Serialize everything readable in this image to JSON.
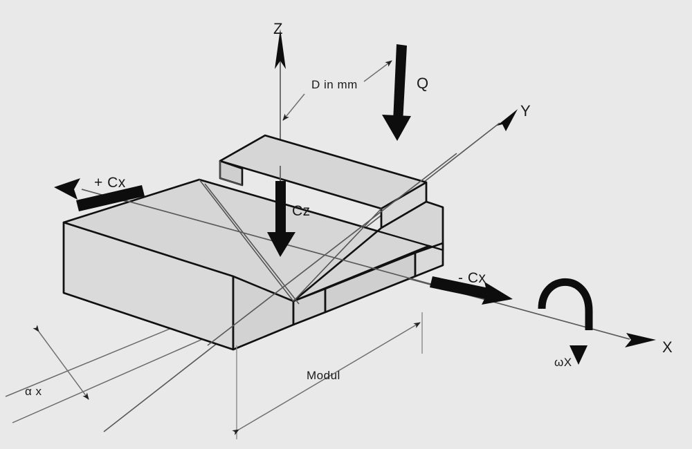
{
  "diagram": {
    "title": "Isometric machine module force and motion diagram",
    "background_color": "#e9e9e9",
    "body_fill_color": "#d4d4d4",
    "ink_color": "#111111"
  },
  "axes": [
    {
      "id": "z",
      "label": "Z",
      "direction": "up",
      "name": "z-axis"
    },
    {
      "id": "y",
      "label": "Y",
      "direction": "up-right",
      "name": "y-axis"
    },
    {
      "id": "x",
      "label": "X",
      "direction": "down-right",
      "name": "x-axis"
    }
  ],
  "annotations": {
    "d_in_mm": {
      "label": "D in mm",
      "kind": "dimension",
      "name": "distance-dimension"
    },
    "q": {
      "label": "Q",
      "kind": "force-arrow",
      "name": "q-force"
    },
    "cz": {
      "label": "Cz",
      "kind": "force-arrow",
      "name": "cz-force"
    },
    "plus_cx": {
      "label": "+ Cx",
      "kind": "force-arrow",
      "name": "plus-cx-force"
    },
    "minus_cx": {
      "label": "- Cx",
      "kind": "force-arrow",
      "name": "minus-cx-force"
    },
    "omega_x": {
      "label": "ωX",
      "kind": "rotation",
      "name": "omega-x-rotation"
    },
    "alpha_x": {
      "label": "α x",
      "kind": "angle",
      "name": "alpha-x-angle"
    },
    "modul": {
      "label": "Modul",
      "kind": "dimension",
      "name": "modul-dimension"
    }
  },
  "icons": {
    "arrowhead": "arrowhead-icon",
    "curved_rotation": "curved-rotation-arrow-icon",
    "double_arrow": "double-headed-arrow-icon"
  }
}
